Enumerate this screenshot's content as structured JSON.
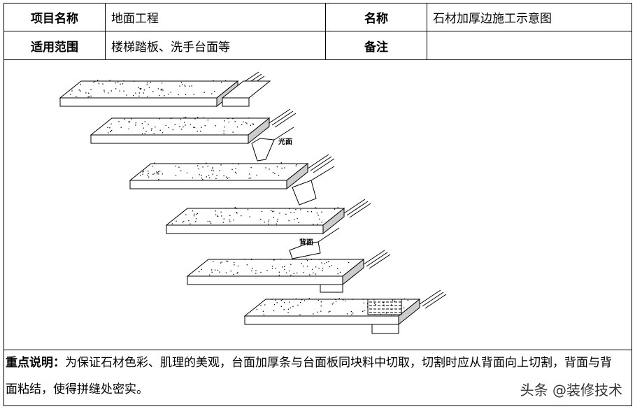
{
  "table": {
    "row1": {
      "label1": "项目名称",
      "value1": "地面工程",
      "label2": "名称",
      "value2": "石材加厚边施工示意图"
    },
    "row2": {
      "label1": "适用范围",
      "value1": "楼梯踏板、洗手台面等",
      "label2": "备注",
      "value2": ""
    }
  },
  "drawing": {
    "label_polished": "光面",
    "label_back": "背面"
  },
  "notes": {
    "heading": "重点说明：",
    "text": "为保证石材色彩、肌理的美观，台面加厚条与台面板同块料中切取，切割时应从背面向上切割，背面与背面粘结，使得拼缝处密实。"
  },
  "watermark": "头条 @装修技术"
}
